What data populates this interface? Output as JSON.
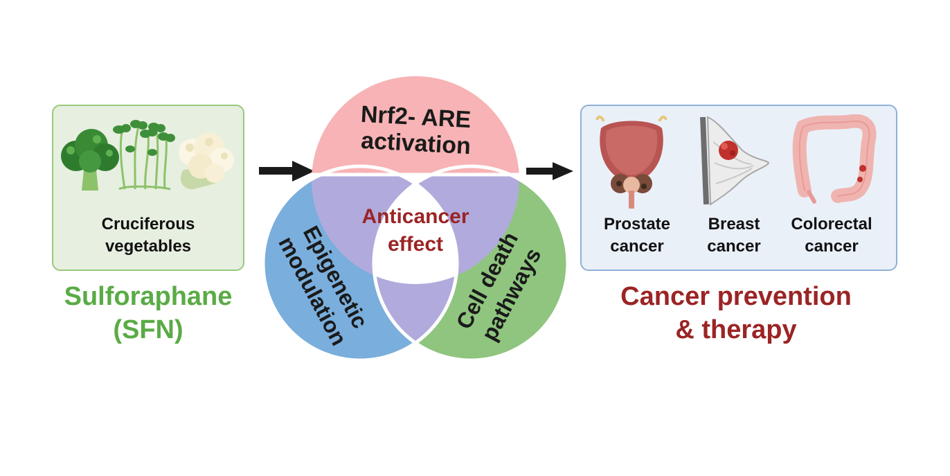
{
  "left_panel": {
    "caption_line1": "Cruciferous",
    "caption_line2": "vegetables",
    "icons": [
      "broccoli-icon",
      "sprouts-icon",
      "cauliflower-icon"
    ]
  },
  "source_label": {
    "line1": "Sulforaphane",
    "line2": "(SFN)"
  },
  "venn": {
    "top": {
      "line1": "Nrf2- ARE",
      "line2": "activation"
    },
    "left": {
      "line1": "Epigenetic",
      "line2": "modulation"
    },
    "right": {
      "line1": "Cell death",
      "line2": "pathways"
    },
    "center": {
      "line1": "Anticancer",
      "line2": "effect"
    }
  },
  "right_panel": {
    "items": [
      {
        "line1": "Prostate",
        "line2": "cancer",
        "icon": "prostate-icon"
      },
      {
        "line1": "Breast",
        "line2": "cancer",
        "icon": "breast-icon"
      },
      {
        "line1": "Colorectal",
        "line2": "cancer",
        "icon": "colon-icon"
      }
    ]
  },
  "outcome_label": {
    "line1": "Cancer prevention",
    "line2": "& therapy"
  },
  "colors": {
    "green_text": "#5aab45",
    "red_text": "#9b2425",
    "top_circle": "#f7b3b5",
    "left_circle": "#7aaedc",
    "right_circle": "#8fc57f",
    "overlap": "#b0abdc",
    "center": "#ffffff"
  }
}
